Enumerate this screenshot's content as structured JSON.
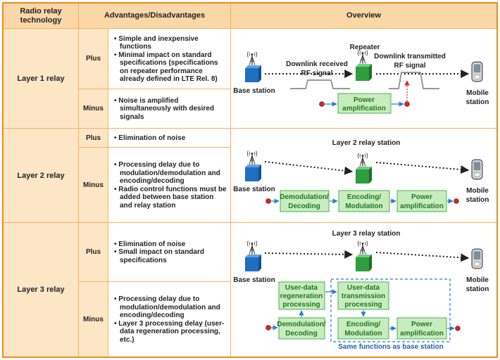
{
  "headers": {
    "technology": "Radio relay technology",
    "advantages": "Advantages/Disadvantages",
    "overview": "Overview"
  },
  "rows": [
    {
      "name": "Layer 1 relay",
      "plus_label": "Plus",
      "minus_label": "Minus",
      "plus": [
        "Simple and inexpensive functions",
        "Minimal impact on standard specifications (specifications on repeater performance already defined in LTE Rel. 8)"
      ],
      "minus": [
        "Noise is amplified simultaneously with desired signals"
      ]
    },
    {
      "name": "Layer 2 relay",
      "plus_label": "Plus",
      "minus_label": "Minus",
      "plus": [
        "Elimination of noise"
      ],
      "minus": [
        "Processing delay due to modulation/demodulation and encoding/decoding",
        "Radio control functions must be added between base station and relay station"
      ]
    },
    {
      "name": "Layer 3 relay",
      "plus_label": "Plus",
      "minus_label": "Minus",
      "plus": [
        "Elimination of noise",
        "Small impact on standard specifications"
      ],
      "minus": [
        "Processing delay due to modulation/demodulation and encoding/decoding",
        "Layer 3 processing delay (user-data regeneration processing, etc.)"
      ]
    }
  ],
  "diagram1": {
    "repeater": "Repeater",
    "base_station": "Base station",
    "downlink_received": [
      "Downlink received",
      "RF signal"
    ],
    "downlink_transmitted": [
      "Downlink transmitted",
      "RF signal"
    ],
    "power_amplification": [
      "Power",
      "amplification"
    ],
    "mobile_station": [
      "Mobile",
      "station"
    ]
  },
  "diagram2": {
    "relay_station": "Layer 2 relay station",
    "base_station": "Base station",
    "demodulation": [
      "Demodulation/",
      "Decoding"
    ],
    "encoding": [
      "Encoding/",
      "Modulation"
    ],
    "power_amplification": [
      "Power",
      "amplification"
    ],
    "mobile_station": [
      "Mobile",
      "station"
    ]
  },
  "diagram3": {
    "relay_station": "Layer 3 relay station",
    "base_station": "Base station",
    "user_data_regeneration": [
      "User-data",
      "regeneration",
      "processing"
    ],
    "user_data_transmission": [
      "User-data",
      "transmission",
      "processing"
    ],
    "demodulation": [
      "Demodulation/",
      "Decoding"
    ],
    "encoding": [
      "Encoding/",
      "Modulation"
    ],
    "power_amplification": [
      "Power",
      "amplification"
    ],
    "mobile_station": [
      "Mobile",
      "station"
    ],
    "same_functions": "Same functions as base station"
  },
  "colors": {
    "border": "#f08a1c",
    "header_fill": "#fbd7a8",
    "label_fill": "#fde6c6",
    "block_fill": "#c8ecbf",
    "block_border": "#4caf50",
    "block_text": "#1f7a1f",
    "base_station_blue": "#1f6fc0",
    "relay_green": "#2e9e3e",
    "signal_blue": "#2b7bd8",
    "dot_red": "#e02020",
    "dashed_box": "#2b7bd8"
  }
}
